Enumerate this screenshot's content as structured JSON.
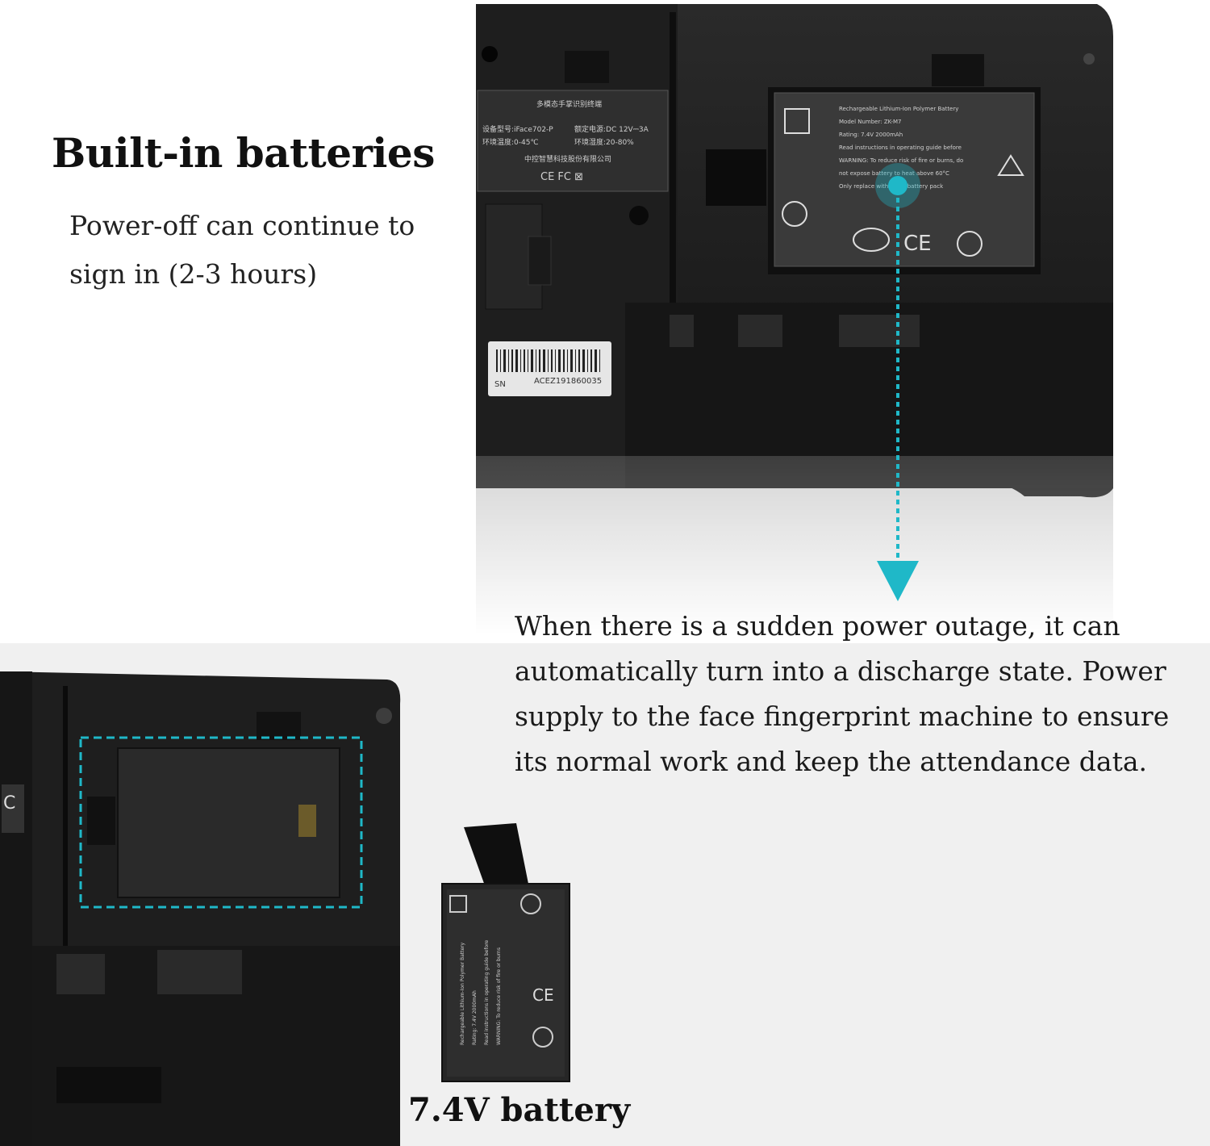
{
  "heading": {
    "title": "Built-in batteries",
    "subtitle": "Power-off can continue to sign in (2-3 hours)"
  },
  "description": "When there is a sudden power outage, it can automatically turn into a discharge state. Power supply to the face fingerprint machine to ensure its normal work and keep the attendance data.",
  "battery_label": "7.4V battery",
  "device_label": {
    "line1": "多模态手掌识别终端",
    "model": "设备型号:iFace702-P",
    "power": "额定电源:DC 12V⎓3A",
    "temp": "环境温度:0-45℃",
    "humidity": "环境湿度:20-80%",
    "company": "中控智慧科技股份有限公司",
    "sn_prefix": "SN",
    "sn": "ACEZ191860035"
  },
  "colors": {
    "accent": "#1fb8c8",
    "device": "#1c1c1c",
    "band": "#f0f0f0"
  },
  "icons": [
    "arrow-down-icon",
    "ce-icon",
    "recycle-icon",
    "warning-icon"
  ]
}
